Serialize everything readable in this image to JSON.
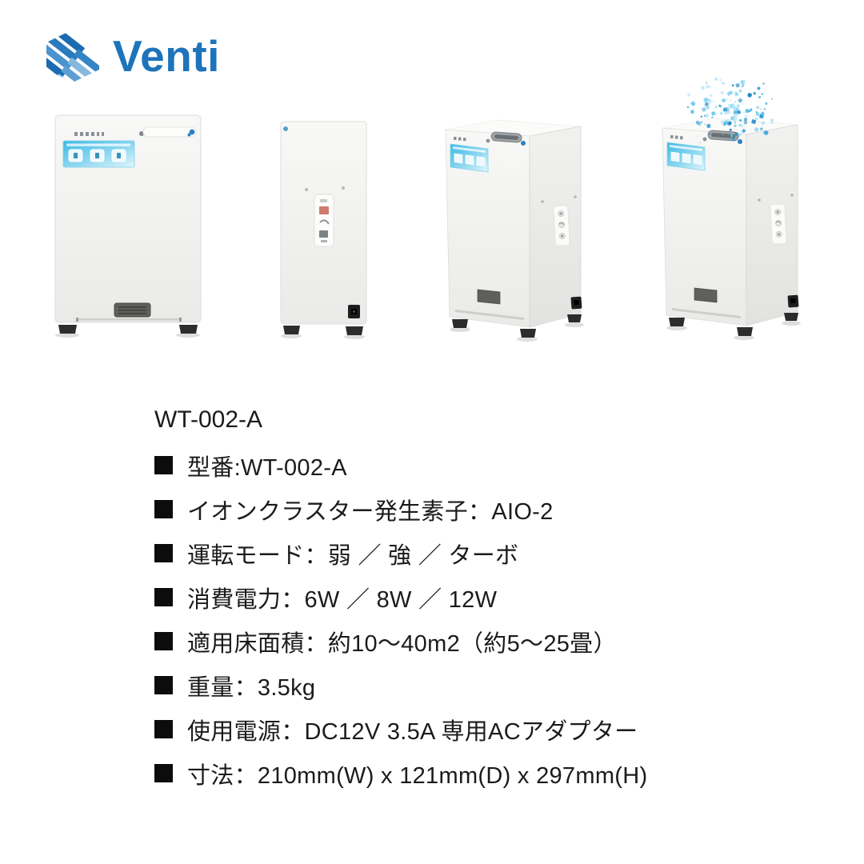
{
  "brand": {
    "name": "Venti",
    "color": "#1e74ba"
  },
  "colors": {
    "brand_blue": "#1e74ba",
    "panel_cyan": "#41bee7",
    "device_body": "#f3f3f1",
    "text": "#1b1b1b",
    "particles": [
      "#2e9fd8",
      "#5fc2ea",
      "#8fd6f2",
      "#1f87c4",
      "#aee3f6"
    ]
  },
  "icons": {
    "venti-logo-icon": "blue striped hexagon",
    "bullet-square-icon": "black filled square",
    "ion-particles": "cloud of small blue dots"
  },
  "gallery": {
    "views": [
      {
        "id": "front",
        "label": "front view"
      },
      {
        "id": "side",
        "label": "side view"
      },
      {
        "id": "angle",
        "label": "three-quarter view"
      },
      {
        "id": "ions",
        "label": "three-quarter view emitting ions"
      }
    ]
  },
  "specs": {
    "model_heading": "WT-002-A",
    "items": [
      "型番:WT-002-A",
      "イオンクラスター発生素子：AIO-2",
      "運転モード：弱 ／ 強 ／ ターボ",
      "消費電力：6W ／ 8W ／ 12W",
      "適用床面積：約10～40m2（約5～25畳）",
      "重量：3.5kg",
      "使用電源：DC12V 3.5A 専用ACアダプター",
      "寸法：210mm(W) x 121mm(D) x 297mm(H)"
    ]
  }
}
